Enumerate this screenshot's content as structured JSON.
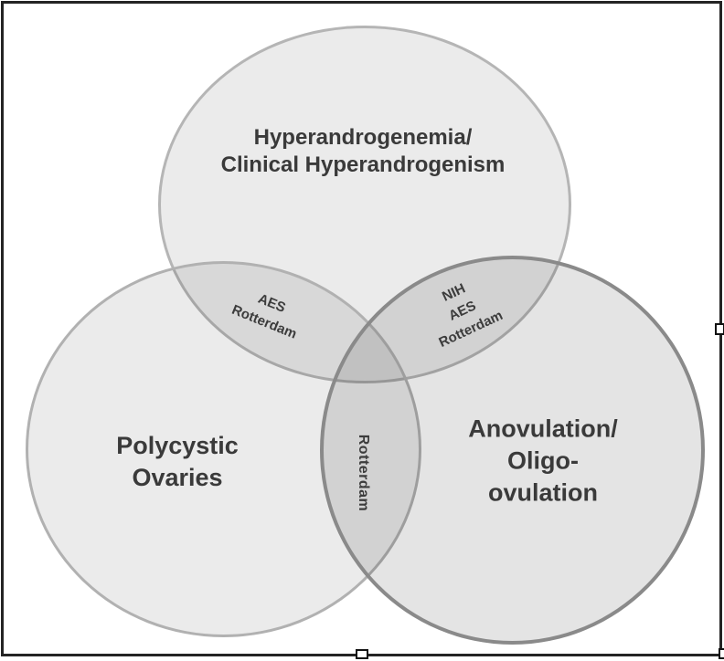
{
  "diagram": {
    "type": "venn",
    "circles": [
      {
        "id": "hyperandrogenism",
        "label": "Hyperandrogenemia/\nClinical Hyperandrogenism"
      },
      {
        "id": "polycystic-ovaries",
        "label": "Polycystic\nOvaries"
      },
      {
        "id": "anovulation",
        "label": "Anovulation/\nOligo-ovulation"
      }
    ],
    "intersections": [
      {
        "id": "top-left-overlap",
        "between": [
          "hyperandrogenism",
          "polycystic-ovaries"
        ],
        "label": "AES\nRotterdam"
      },
      {
        "id": "top-right-overlap",
        "between": [
          "hyperandrogenism",
          "anovulation"
        ],
        "label": "NIH\nAES\nRotterdam"
      },
      {
        "id": "bottom-overlap",
        "between": [
          "polycystic-ovaries",
          "anovulation"
        ],
        "label": "Rotterdam"
      }
    ]
  },
  "selection": {
    "handles": [
      "middle-right",
      "bottom-center",
      "bottom-right"
    ]
  },
  "colors": {
    "background": "#ffffff",
    "frame_border": "#242424",
    "circle_fill_light": "#e9e9e9",
    "circle_border_light": "#b3b3b3",
    "circle_fill_dark": "#e0e0e0",
    "circle_border_dark": "#8a8a8a",
    "overlap_fill": "#d4d4d4",
    "label_text": "#3a3a3a",
    "handle_fill": "#ffffff",
    "handle_border": "#111111"
  }
}
